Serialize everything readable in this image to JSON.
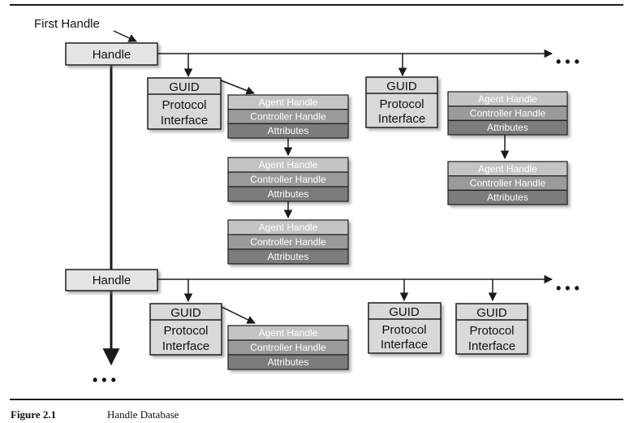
{
  "figure": {
    "first_handle_label": "First Handle",
    "handle_label": "Handle",
    "ellipsis": "• • •",
    "guid_label": "GUID",
    "protocol_interface_label": [
      "Protocol",
      "Interface"
    ],
    "agent_handle_label": "Agent Handle",
    "controller_handle_label": "Controller Handle",
    "attributes_label": "Attributes"
  },
  "caption": {
    "number": "Figure 2.1",
    "title": "Handle Database"
  },
  "colors": {
    "frame": "#1a1a1a",
    "handle_fill": "#e4e4e4",
    "guid_fill": "#d9d9d9",
    "agent_fill": "#c4c4c4",
    "controller_fill": "#9a9a9a",
    "attributes_fill": "#7c7c7c",
    "shadow": "#a8a8a8"
  }
}
